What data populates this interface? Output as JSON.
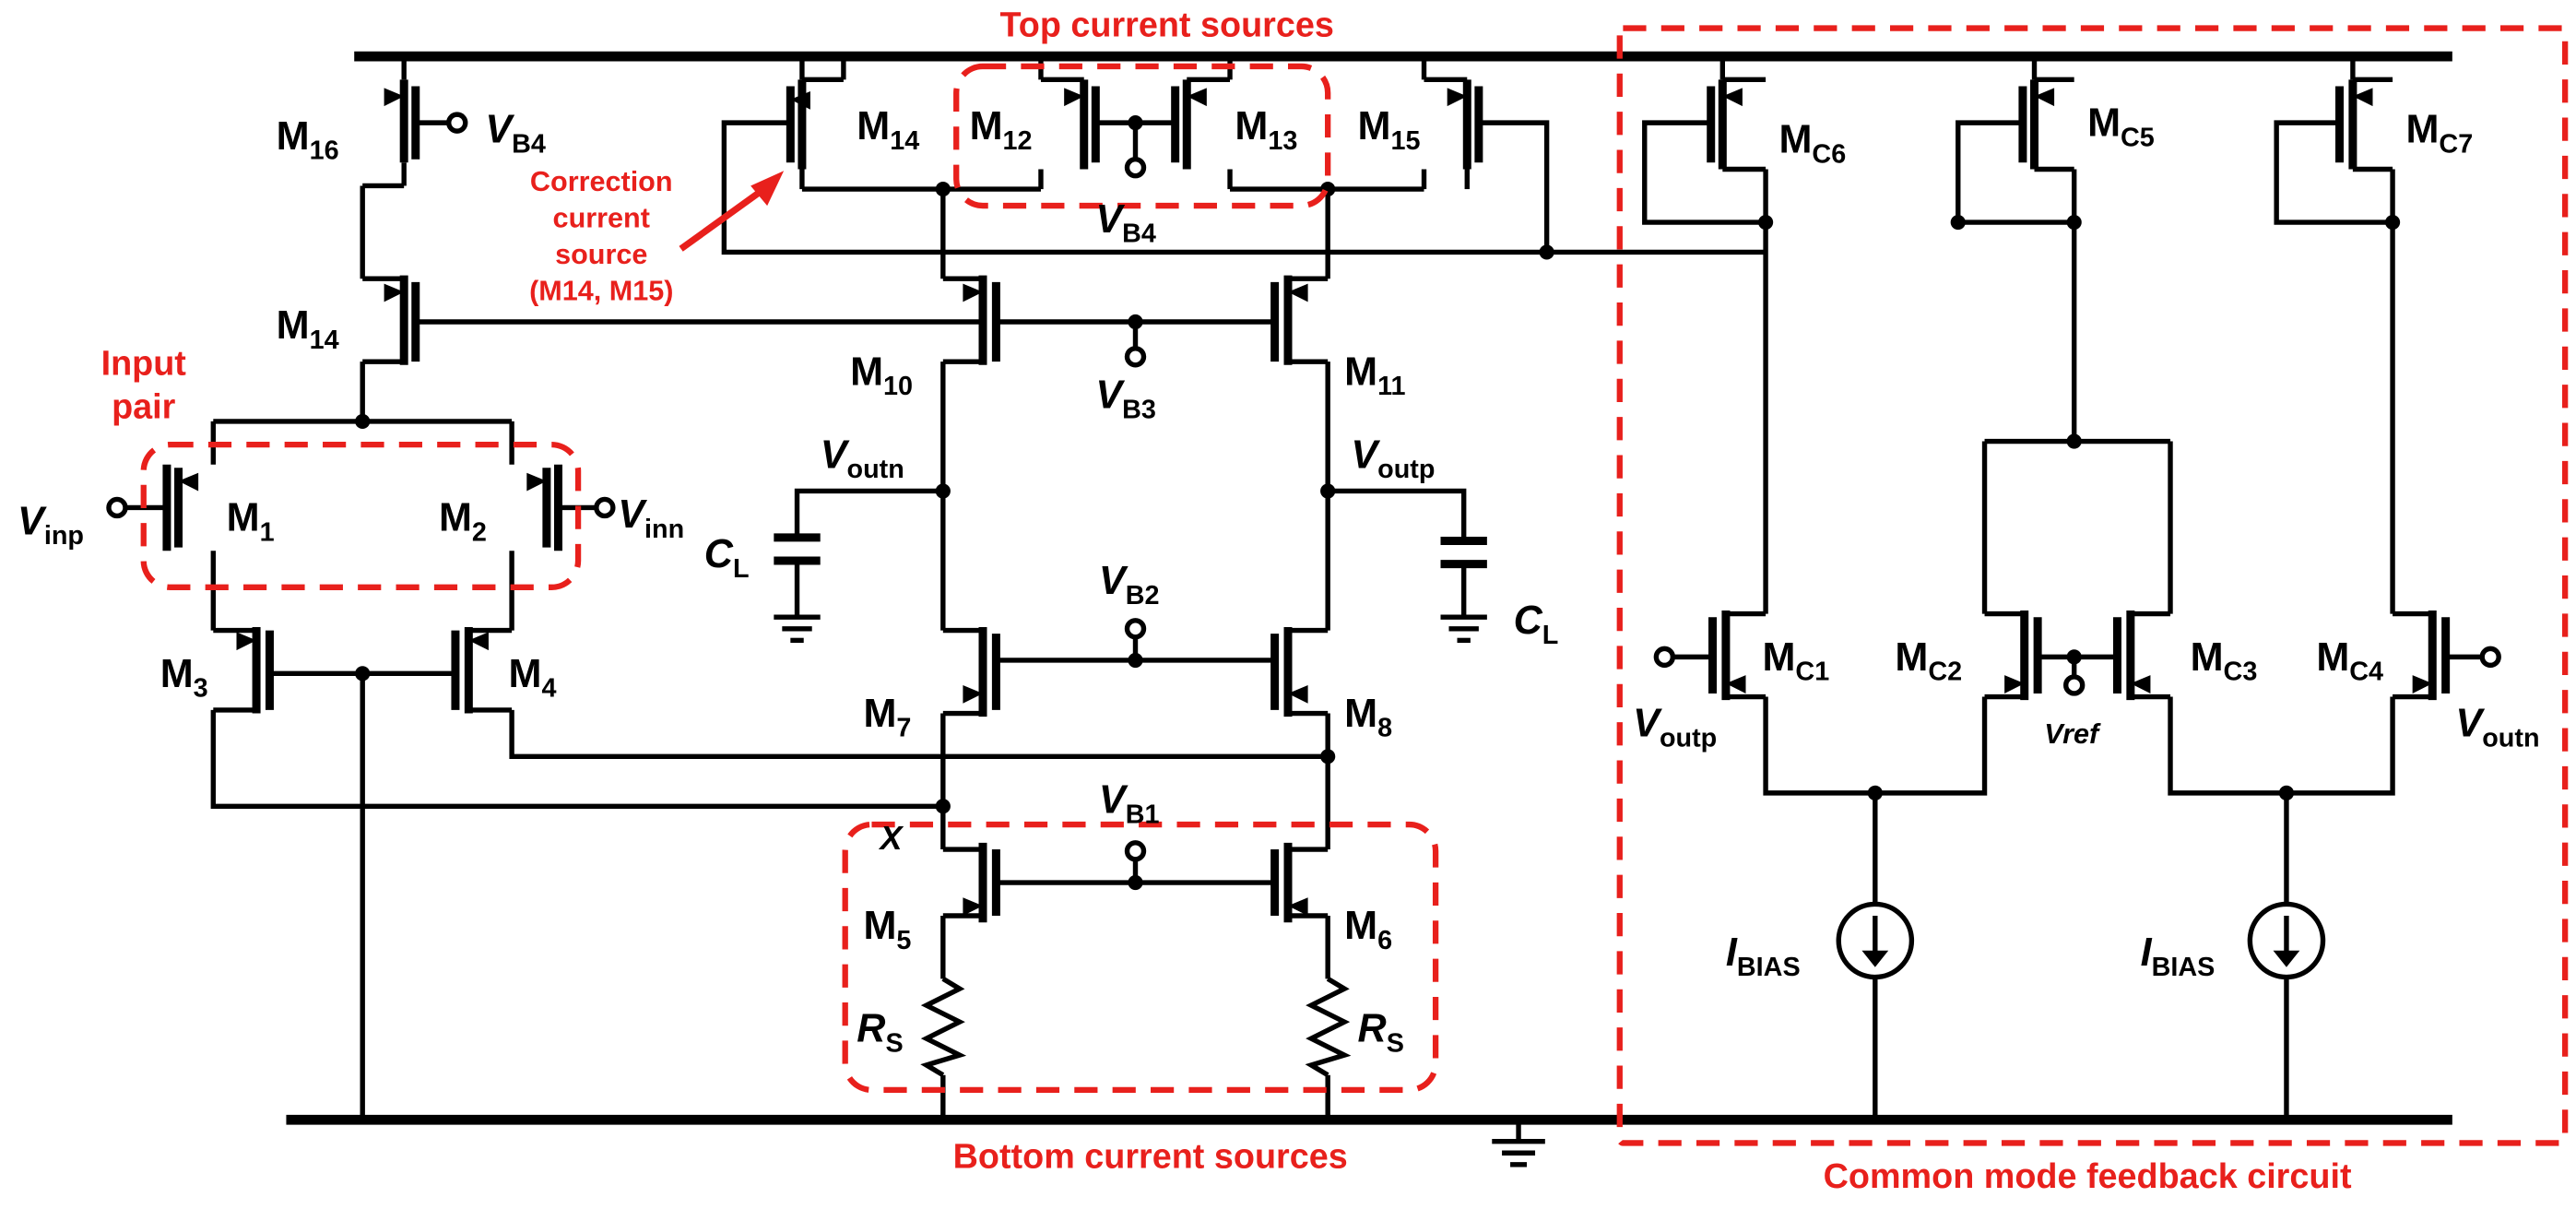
{
  "annotations": {
    "top_sources": "Top current sources",
    "bottom_sources": "Bottom current sources",
    "cmfb": "Common mode feedback circuit",
    "input_pair_1": "Input",
    "input_pair_2": "pair",
    "correction_1": "Correction",
    "correction_2": "current",
    "correction_3": "source",
    "correction_4": "(M14, M15)"
  },
  "labels": {
    "m1": {
      "base": "M",
      "sub": "1"
    },
    "m2": {
      "base": "M",
      "sub": "2"
    },
    "m3": {
      "base": "M",
      "sub": "3"
    },
    "m4": {
      "base": "M",
      "sub": "4"
    },
    "m5": {
      "base": "M",
      "sub": "5"
    },
    "m6": {
      "base": "M",
      "sub": "6"
    },
    "m7": {
      "base": "M",
      "sub": "7"
    },
    "m8": {
      "base": "M",
      "sub": "8"
    },
    "m10": {
      "base": "M",
      "sub": "10"
    },
    "m11": {
      "base": "M",
      "sub": "11"
    },
    "m12": {
      "base": "M",
      "sub": "12"
    },
    "m13": {
      "base": "M",
      "sub": "13"
    },
    "m14a": {
      "base": "M",
      "sub": "14"
    },
    "m14b": {
      "base": "M",
      "sub": "14"
    },
    "m15": {
      "base": "M",
      "sub": "15"
    },
    "m16": {
      "base": "M",
      "sub": "16"
    },
    "mc1": {
      "base": "M",
      "sub": "C1"
    },
    "mc2": {
      "base": "M",
      "sub": "C2"
    },
    "mc3": {
      "base": "M",
      "sub": "C3"
    },
    "mc4": {
      "base": "M",
      "sub": "C4"
    },
    "mc5": {
      "base": "M",
      "sub": "C5"
    },
    "mc6": {
      "base": "M",
      "sub": "C6"
    },
    "mc7": {
      "base": "M",
      "sub": "C7"
    },
    "vb4a": {
      "base": "V",
      "sub": "B4"
    },
    "vb4b": {
      "base": "V",
      "sub": "B4"
    },
    "vb3": {
      "base": "V",
      "sub": "B3"
    },
    "vb2": {
      "base": "V",
      "sub": "B2"
    },
    "vb1": {
      "base": "V",
      "sub": "B1"
    },
    "vinp": {
      "base": "V",
      "sub": "inp"
    },
    "vinn": {
      "base": "V",
      "sub": "inn"
    },
    "voutn": {
      "base": "V",
      "sub": "outn"
    },
    "voutp": {
      "base": "V",
      "sub": "outp"
    },
    "voutp_c": {
      "base": "V",
      "sub": "outp"
    },
    "voutn_c": {
      "base": "V",
      "sub": "outn"
    },
    "cl_left": {
      "base": "C",
      "sub": "L"
    },
    "cl_right": {
      "base": "C",
      "sub": "L"
    },
    "rs_left": {
      "base": "R",
      "sub": "S"
    },
    "rs_right": {
      "base": "R",
      "sub": "S"
    },
    "ibias1": {
      "base": "I",
      "sub": "BIAS"
    },
    "ibias2": {
      "base": "I",
      "sub": "BIAS"
    },
    "vref": "Vref",
    "node_x": "X"
  },
  "colors": {
    "wire": "#000000",
    "accent": "#e8201c"
  }
}
